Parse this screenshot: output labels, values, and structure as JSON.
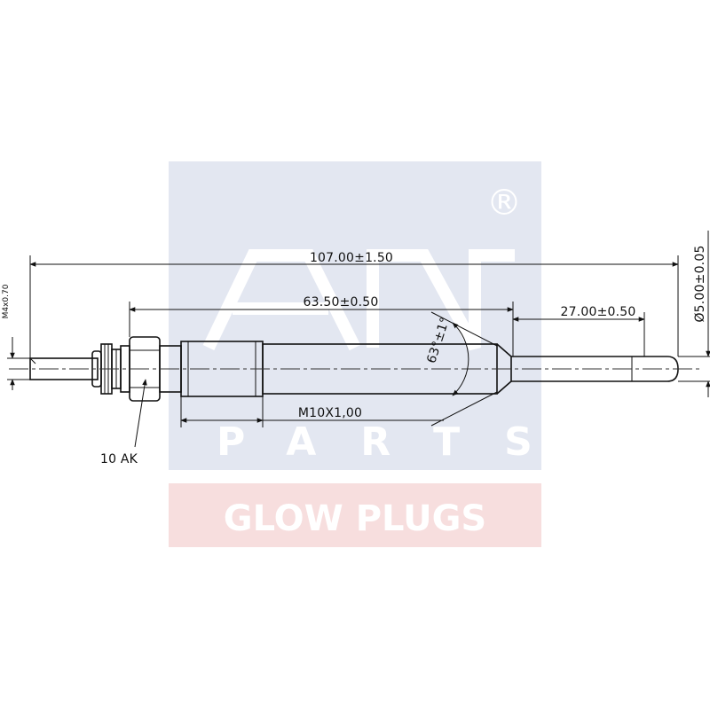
{
  "watermark": {
    "brand_letters": "A N",
    "registered_mark": "®",
    "parts_text": "PARTS",
    "product_text": "GLOW PLUGS",
    "colors": {
      "blue_panel": "#e3e7f1",
      "red_panel": "#f7dede"
    }
  },
  "dimensions": {
    "total_length": "107.00±1.50",
    "body_length": "63.50±0.50",
    "tip_length": "27.00±0.50",
    "tip_diameter": "Ø5.00±0.05",
    "terminal_thread": "M4x0.70",
    "body_thread": "M10X1,00",
    "cone_angle": "63°±1°",
    "hex_size": "10 AK"
  }
}
